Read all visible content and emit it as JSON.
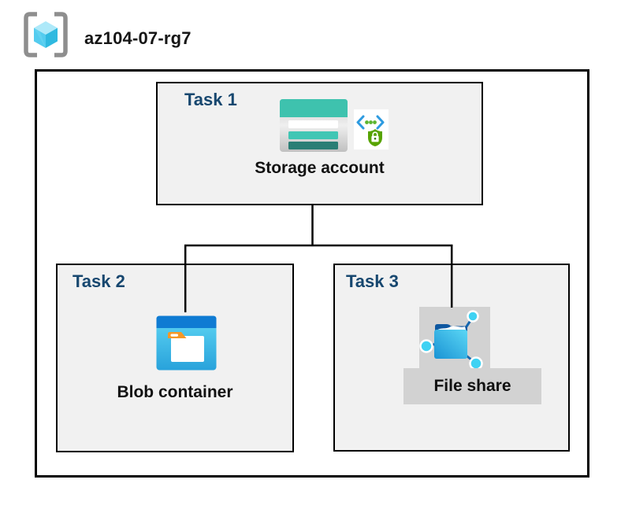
{
  "header": {
    "title": "az104-07-rg7",
    "icon": "resource-group-icon"
  },
  "tasks": {
    "task1": {
      "label": "Task 1",
      "resource": "Storage account",
      "icons": [
        "storage-account-icon",
        "code-shield-lock-icon"
      ]
    },
    "task2": {
      "label": "Task 2",
      "resource": "Blob container",
      "icons": [
        "blob-container-icon"
      ]
    },
    "task3": {
      "label": "Task 3",
      "resource": "File share",
      "icons": [
        "file-share-icon"
      ]
    }
  },
  "connections": [
    {
      "from": "task1-storage-account",
      "to": "task2-blob-container"
    },
    {
      "from": "task1-storage-account",
      "to": "task3-file-share"
    }
  ],
  "colors": {
    "task_label": "#17476F",
    "box_fill": "#F1F1F1",
    "border": "#000000",
    "storage_teal": "#3EC2AE",
    "storage_teal_dark": "#2A7E75",
    "blob_blue": "#0F7BD3",
    "cyan": "#45CBEF",
    "security_green": "#57A300",
    "highlight_gray": "#D2D2D2",
    "rg_bracket_gray": "#8E8E8E"
  }
}
